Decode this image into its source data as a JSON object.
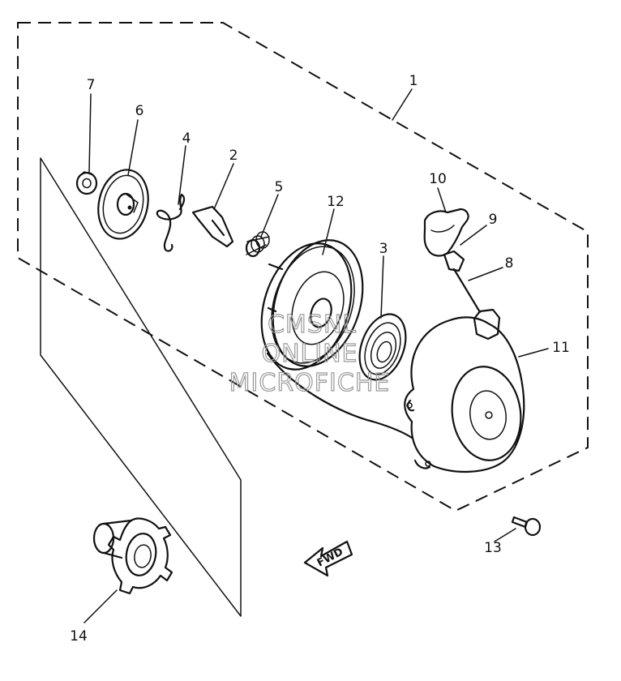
{
  "callouts": {
    "c1": "1",
    "c2": "2",
    "c3": "3",
    "c4": "4",
    "c5": "5",
    "c6": "6",
    "c7": "7",
    "c8": "8",
    "c9": "9",
    "c10": "10",
    "c11": "11",
    "c12": "12",
    "c13": "13",
    "c14": "14"
  },
  "watermark": [
    "CMSNL",
    "ONLINE",
    "MICROFICHE"
  ],
  "direction_label": "FWD"
}
